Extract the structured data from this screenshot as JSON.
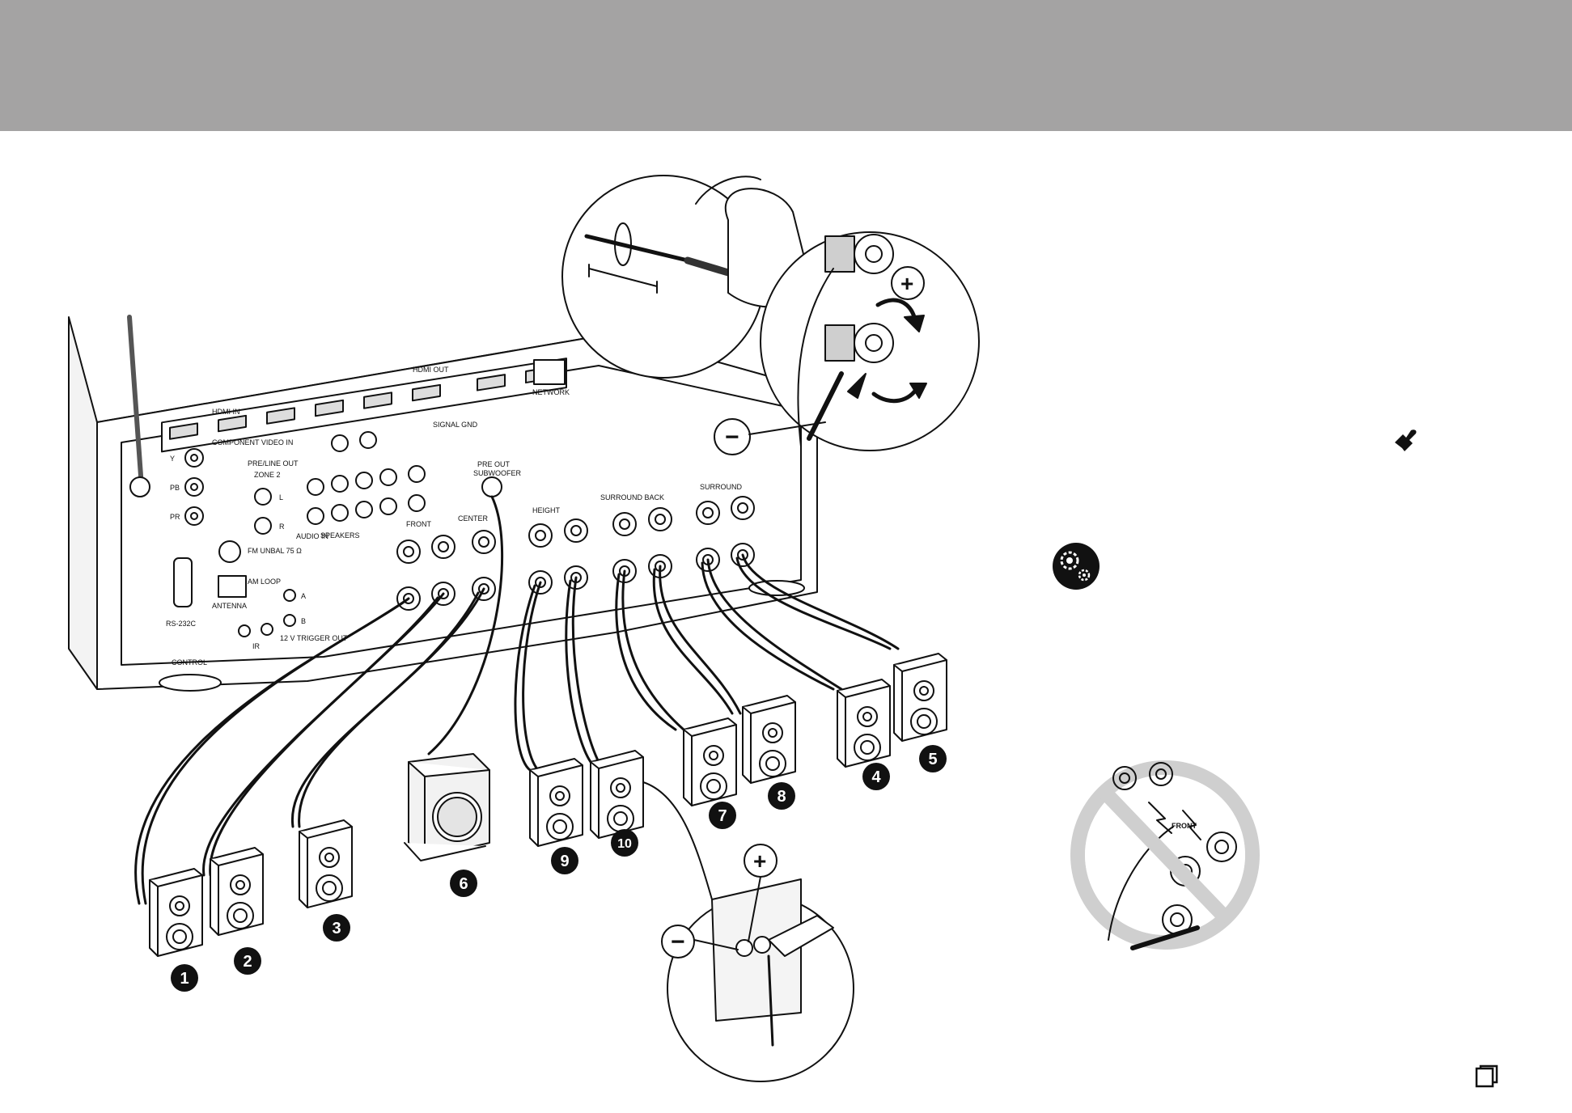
{
  "panel_labels": {
    "hdmi_in": "HDMI IN",
    "hdmi_out": "HDMI OUT",
    "network": "NETWORK",
    "component_video_in": "COMPONENT VIDEO IN",
    "pre_line_out": "PRE/LINE OUT",
    "zone2": "ZONE 2",
    "audio_in": "AUDIO IN",
    "signal_gnd": "SIGNAL GND",
    "pre_out": "PRE OUT",
    "subwoofer": "SUBWOOFER",
    "front": "FRONT",
    "center": "CENTER",
    "height": "HEIGHT",
    "surround_back": "SURROUND BACK",
    "surround": "SURROUND",
    "speakers": "SPEAKERS",
    "antenna": "ANTENNA",
    "fm": "FM UNBAL 75 Ω",
    "am_loop": "AM LOOP",
    "rs232c": "RS-232C",
    "control": "CONTROL",
    "ir": "IR",
    "trigger": "12 V TRIGGER OUT",
    "trigger_a": "A",
    "trigger_b": "B",
    "ch_y": "Y",
    "ch_pb": "PB",
    "ch_pr": "PR",
    "ch_l": "L",
    "ch_r": "R"
  },
  "speaker_numbers": [
    "1",
    "2",
    "3",
    "4",
    "5",
    "6",
    "7",
    "8",
    "9",
    "10"
  ],
  "symbols": {
    "plus": "+",
    "minus": "−"
  },
  "no_sign_label": "FRONT",
  "colors": {
    "header_band": "#a4a3a3",
    "line_art": "#111111",
    "prohibition_sign": "#cfcfcf"
  },
  "icons": [
    "wrench-icon",
    "settings-gear-icon",
    "page-corner-icon"
  ]
}
